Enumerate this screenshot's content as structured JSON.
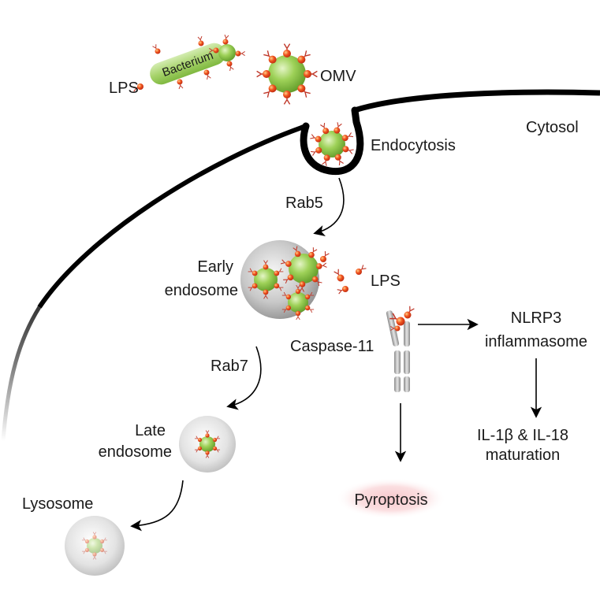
{
  "labels": {
    "bacterium": "Bacterium",
    "lps_top": "LPS",
    "omv": "OMV",
    "cytosol": "Cytosol",
    "endocytosis": "Endocytosis",
    "rab5": "Rab5",
    "early_endosome_line1": "Early",
    "early_endosome_line2": "endosome",
    "lps_cyto": "LPS",
    "caspase11": "Caspase-11",
    "nlrp3_line1": "NLRP3",
    "nlrp3_line2": "inflammasome",
    "rab7": "Rab7",
    "late_endosome_line1": "Late",
    "late_endosome_line2": "endosome",
    "il_line1": "IL-1β & IL-18",
    "il_line2": "maturation",
    "pyroptosis": "Pyroptosis",
    "lysosome": "Lysosome"
  },
  "colors": {
    "membrane": "#000000",
    "vesicle_green": "#8cc63f",
    "lps_red": "#e8401c",
    "endosome_gray": "#b3b3b3",
    "pyroptosis_glow": "#f4c9cc"
  }
}
